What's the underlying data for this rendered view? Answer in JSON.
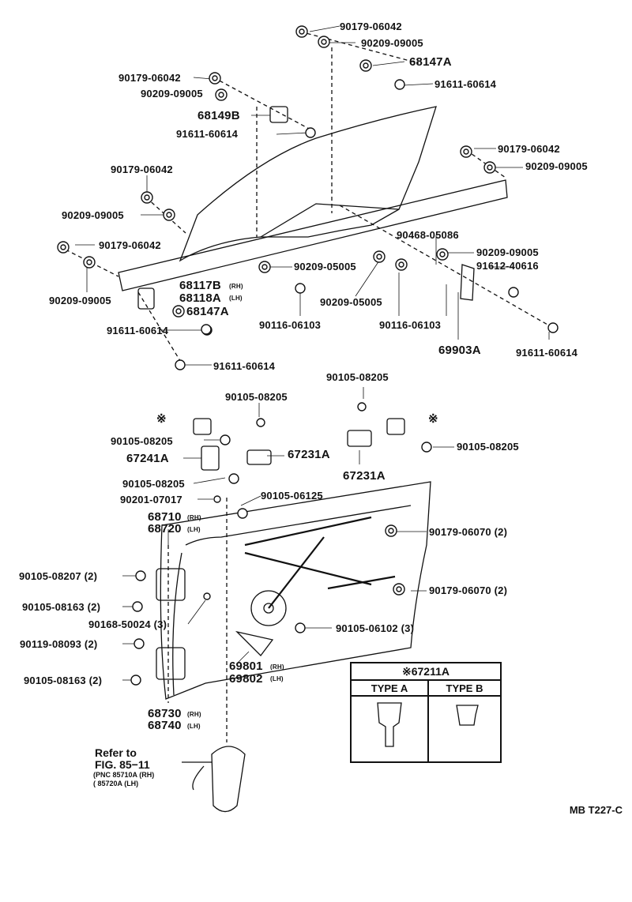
{
  "diagram": {
    "labels": {
      "p1": "90179-06042",
      "p2": "90209-09005",
      "p3": "68147A",
      "p4": "91611-60614",
      "p5": "90179-06042",
      "p6": "90209-09005",
      "p7": "68149B",
      "p8": "91611-60614",
      "p9": "90179-06042",
      "p10": "90209-09005",
      "p11": "90179-06042",
      "p12": "90209-09005",
      "p13": "90179-06042",
      "p14": "90209-09005",
      "p15": "90468-05086",
      "p16": "90209-09005",
      "p17": "91612-40616",
      "p18": "90209-05005",
      "p19": "90209-05005",
      "p20": "68117B",
      "p20s": "(RH)",
      "p21": "68118A",
      "p21s": "(LH)",
      "p22": "68147A",
      "p23": "91611-60614",
      "p24": "90116-06103",
      "p25": "90116-06103",
      "p26": "69903A",
      "p27": "91611-60614",
      "p28": "91611-60614",
      "p29": "90105-08205",
      "p30": "90105-08205",
      "p31": "90105-08205",
      "p32": "90105-08205",
      "p33": "67231A",
      "p34": "67231A",
      "p35": "67241A",
      "p36": "90105-08205",
      "p37": "90201-07017",
      "p38": "90105-06125",
      "p39": "68710",
      "p39s": "(RH)",
      "p40": "68720",
      "p40s": "(LH)",
      "p41": "90179-06070 (2)",
      "p42": "90105-08207 (2)",
      "p43": "90179-06070 (2)",
      "p44": "90105-08163 (2)",
      "p45": "90168-50024 (3)",
      "p46": "90105-06102 (3)",
      "p47": "90119-08093 (2)",
      "p48": "69801",
      "p48s": "(RH)",
      "p49": "69802",
      "p49s": "(LH)",
      "p50": "90105-08163 (2)",
      "p51": "68730",
      "p51s": "(RH)",
      "p52": "68740",
      "p52s": "(LH)",
      "star1": "※",
      "star2": "※"
    },
    "refer": {
      "line1": "Refer to",
      "line2": "FIG. 85−11",
      "pnc1": "(PNC 85710A (RH)",
      "pnc2": "(     85720A (LH)"
    },
    "inset": {
      "title": "※67211A",
      "type_a": "TYPE A",
      "type_b": "TYPE B"
    },
    "drawing_code": "MB T227-C",
    "colors": {
      "ink": "#111111",
      "paper": "#ffffff"
    }
  }
}
